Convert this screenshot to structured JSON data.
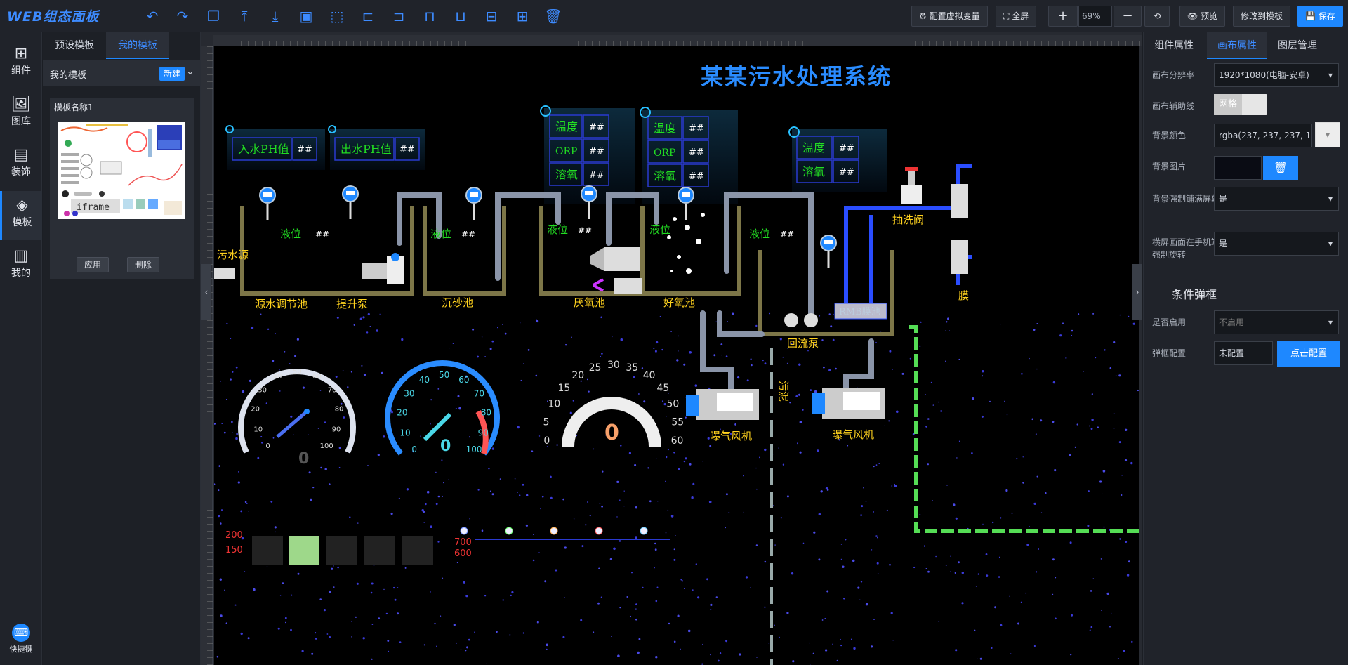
{
  "app": {
    "logo": "WEB组态面板"
  },
  "toolbar": {
    "icons": [
      "undo-icon",
      "redo-icon",
      "copy-icon",
      "move-up-icon",
      "move-down-icon",
      "group-icon",
      "ungroup-icon",
      "align-left-icon",
      "align-right-icon",
      "align-top-icon",
      "align-bottom-icon",
      "align-hcenter-icon",
      "align-vcenter-icon",
      "delete-icon"
    ],
    "config_vars": "配置虚拟变量",
    "fullscreen": "全屏",
    "zoom": "69%",
    "preview": "预览",
    "save_to_template": "修改到模板",
    "save": "保存"
  },
  "rail": {
    "items": [
      {
        "label": "组件",
        "icon": "components-icon"
      },
      {
        "label": "图库",
        "icon": "gallery-icon"
      },
      {
        "label": "装饰",
        "icon": "decor-icon"
      },
      {
        "label": "模板",
        "icon": "template-icon"
      },
      {
        "label": "我的",
        "icon": "mine-icon"
      }
    ],
    "shortcut": "快捷键"
  },
  "templates": {
    "tabs": [
      "预设模板",
      "我的模板"
    ],
    "header": "我的模板",
    "new_btn": "新建",
    "card_name": "模板名称1",
    "thumb_text": "iframe",
    "apply": "应用",
    "delete": "删除"
  },
  "canvas": {
    "title": "某某污水处理系统",
    "panels": {
      "inlet_ph": "入水PH值",
      "outlet_ph": "出水PH值",
      "temp": "温度",
      "orp": "ORP",
      "do": "溶氧",
      "hash": "##"
    },
    "labels": {
      "level": "液位",
      "source": "污水源",
      "regulate_tank": "源水调节池",
      "lift_pump": "提升泵",
      "grit_tank": "沉砂池",
      "anaerobic": "厌氧池",
      "aerobic": "好氧池",
      "backwash_valve": "抽洗阀",
      "membrane": "膜",
      "rmb_tank": "RMB膜池",
      "return_pump": "回流泵",
      "blower1": "曝气风机",
      "blower2": "曝气风机",
      "sludge": "污泥"
    },
    "gauge1": {
      "ticks": [
        "0",
        "10",
        "20",
        "30",
        "40",
        "50",
        "60",
        "70",
        "80",
        "90",
        "100"
      ],
      "value": "0"
    },
    "gauge2": {
      "ticks": [
        "0",
        "10",
        "20",
        "30",
        "40",
        "50",
        "60",
        "70",
        "80",
        "90",
        "100"
      ],
      "value": "0"
    },
    "gauge3": {
      "ticks": [
        "0",
        "5",
        "10",
        "15",
        "20",
        "25",
        "30",
        "35",
        "40",
        "45",
        "50",
        "55",
        "60"
      ],
      "value": "0"
    },
    "bar_axis": [
      "200",
      "150"
    ],
    "line_axis": [
      "700",
      "600"
    ]
  },
  "props": {
    "tabs": [
      "组件属性",
      "画布属性",
      "图层管理"
    ],
    "resolution_label": "画布分辨率",
    "resolution": "1920*1080(电脑-安卓)",
    "guide_label": "画布辅助线",
    "guide_value": "网格",
    "bgcolor_label": "背景颜色",
    "bgcolor": "rgba(237, 237, 237, 1",
    "bgimg_label": "背景图片",
    "stretch_label": "背景强制铺满屏幕",
    "stretch": "是",
    "rotate_label": "横屏画面在手机端强制旋转",
    "rotate": "是",
    "popup_title": "条件弹框",
    "enable_label": "是否启用",
    "enable": "不启用",
    "popup_cfg_label": "弹框配置",
    "popup_cfg": "未配置",
    "popup_btn": "点击配置"
  },
  "colors": {
    "accent": "#1e88ff",
    "title": "#2a8cff",
    "panel_text": "#22dd22",
    "label": "#ffd21e",
    "pipe_blue": "#2a4dff",
    "pipe_green": "#55dd55"
  }
}
